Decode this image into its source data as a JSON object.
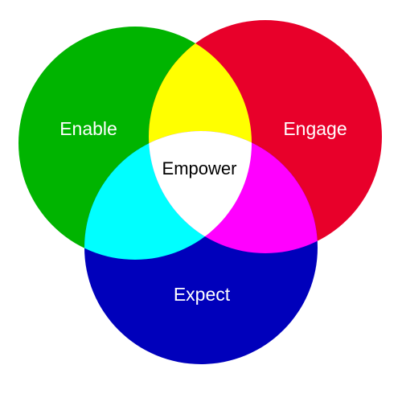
{
  "diagram": {
    "type": "venn",
    "sets": [
      {
        "key": "enable",
        "label": "Enable",
        "color": "#00b400"
      },
      {
        "key": "engage",
        "label": "Engage",
        "color": "#e8002a"
      },
      {
        "key": "expect",
        "label": "Expect",
        "color": "#0000bb"
      }
    ],
    "overlaps": {
      "enable_engage": {
        "color": "#ffff00"
      },
      "enable_expect": {
        "color": "#00ffff"
      },
      "engage_expect": {
        "color": "#ff00ff"
      },
      "all": {
        "label": "Empower",
        "color": "#ffffff"
      }
    }
  }
}
